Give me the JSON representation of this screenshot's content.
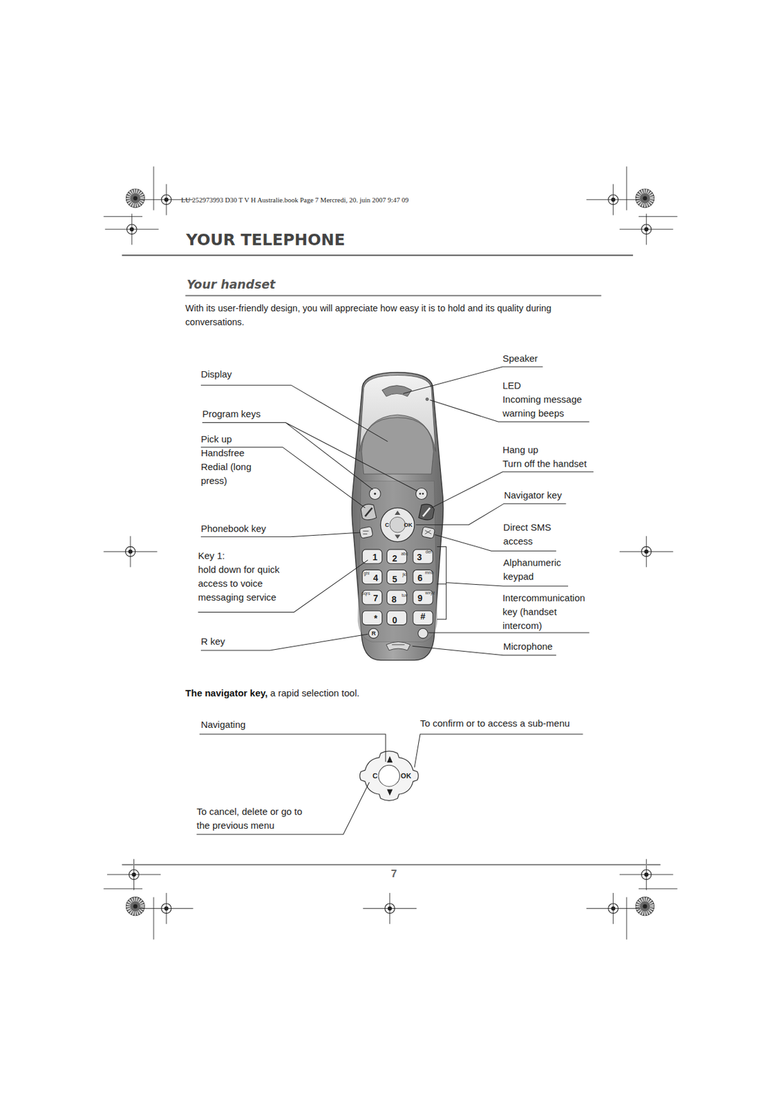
{
  "diagram": {
    "title": "YOUR TELEPHONE",
    "labels": [
      "LU 252973993 D30 T V H Australie.book Page 7 Mercredi, 20. juin 2007 9:47 09",
      "Your handset",
      "With its user-friendly design, you will appreciate how easy it is to hold and its quality during conversations.",
      "Display",
      "Speaker",
      "LED Incoming message warning beeps",
      "Program keys",
      "Pick up Handsfree Redial (long press)",
      "Hang up Turn off the handset",
      "Navigator key",
      "Phonebook key",
      "Direct SMS access",
      "Key 1: hold down for quick access to voice messaging service",
      "Alphanumeric keypad",
      "Intercommunication key (handset intercom)",
      "R key",
      "Microphone",
      "C",
      "OK",
      "1",
      "2",
      "abc",
      "3",
      "def",
      "4",
      "ghi",
      "5",
      "jkl",
      "6",
      "mno",
      "7",
      "pqrs",
      "8",
      "tuv",
      "9",
      "wxyz",
      "*",
      "0",
      "#",
      "R",
      "The navigator key,",
      "a rapid selection tool.",
      "Navigating",
      "To confirm or to access a sub-menu",
      "C",
      "OK",
      "To cancel, delete or go to the previous menu",
      "7"
    ]
  }
}
